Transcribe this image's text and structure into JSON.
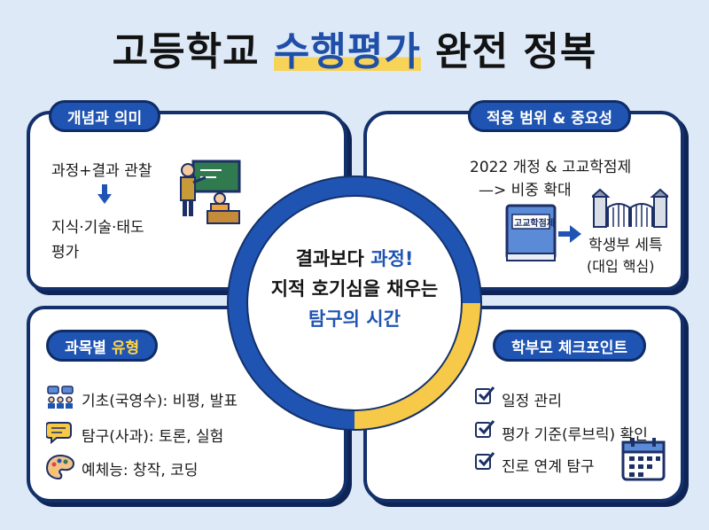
{
  "title": {
    "part1": "고등학교 ",
    "highlight": "수행평가",
    "part2": " 완전 정복"
  },
  "colors": {
    "navy": "#13306b",
    "blue": "#1f54b2",
    "yellow": "#f7c948",
    "background": "#dde9f6"
  },
  "center": {
    "line1_a": "결과보다 ",
    "line1_b": "과정!",
    "line2": "지적 호기심을 채우는",
    "line3": "탐구의 시간"
  },
  "concept": {
    "header": "개념과 의미",
    "line1": "과정+결과 관찰",
    "line2": "지식·기술·태도",
    "line3": "평가",
    "icon": "teacher-classroom-icon"
  },
  "scope": {
    "header": "적용 범위 & 중요성",
    "line1": "2022 개정 & 고교학점제",
    "line2": "—> 비중 확대",
    "book_label": "고교학점제",
    "result1": "학생부 세특",
    "result2": "(대입 핵심)",
    "icon": "university-gate-icon"
  },
  "types": {
    "header_a": "과목별 ",
    "header_b": "유형",
    "items": [
      {
        "icon": "group-discussion-icon",
        "label": "기초(국영수): 비평, 발표"
      },
      {
        "icon": "speech-bubble-icon",
        "label": "탐구(사과): 토론, 실험"
      },
      {
        "icon": "palette-icon",
        "label": "예체능: 창작, 코딩"
      }
    ]
  },
  "parents": {
    "header": "학부모 체크포인트",
    "items": [
      {
        "label": "일정 관리"
      },
      {
        "label": "평가 기준(루브릭) 확인"
      },
      {
        "label": "진로 연계 탐구"
      }
    ],
    "icon": "calendar-icon"
  }
}
